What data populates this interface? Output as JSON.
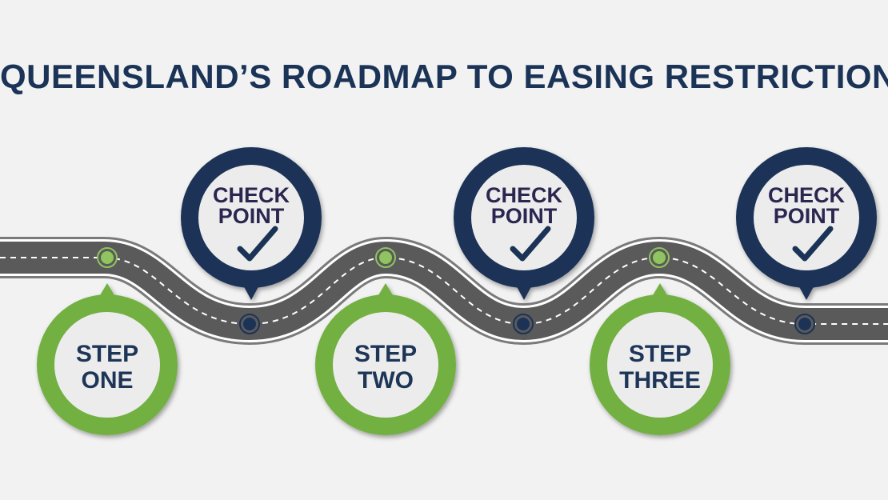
{
  "title": "QUEENSLAND’S ROADMAP TO EASING RESTRICTIONS",
  "colors": {
    "background": "#f2f2f2",
    "road": "#595959",
    "road_edge": "#ffffff",
    "checkpoint_navy": "#1a3356",
    "step_green": "#72b043",
    "inner_circle": "#ececec",
    "title_navy": "#1a3356"
  },
  "checkpoints": [
    {
      "line1": "CHECK",
      "line2": "POINT",
      "icon": "checkmark-icon"
    },
    {
      "line1": "CHECK",
      "line2": "POINT",
      "icon": "checkmark-icon"
    },
    {
      "line1": "CHECK",
      "line2": "POINT",
      "icon": "checkmark-icon"
    }
  ],
  "steps": [
    {
      "line1": "STEP",
      "line2": "ONE"
    },
    {
      "line1": "STEP",
      "line2": "TWO"
    },
    {
      "line1": "STEP",
      "line2": "THREE"
    }
  ]
}
